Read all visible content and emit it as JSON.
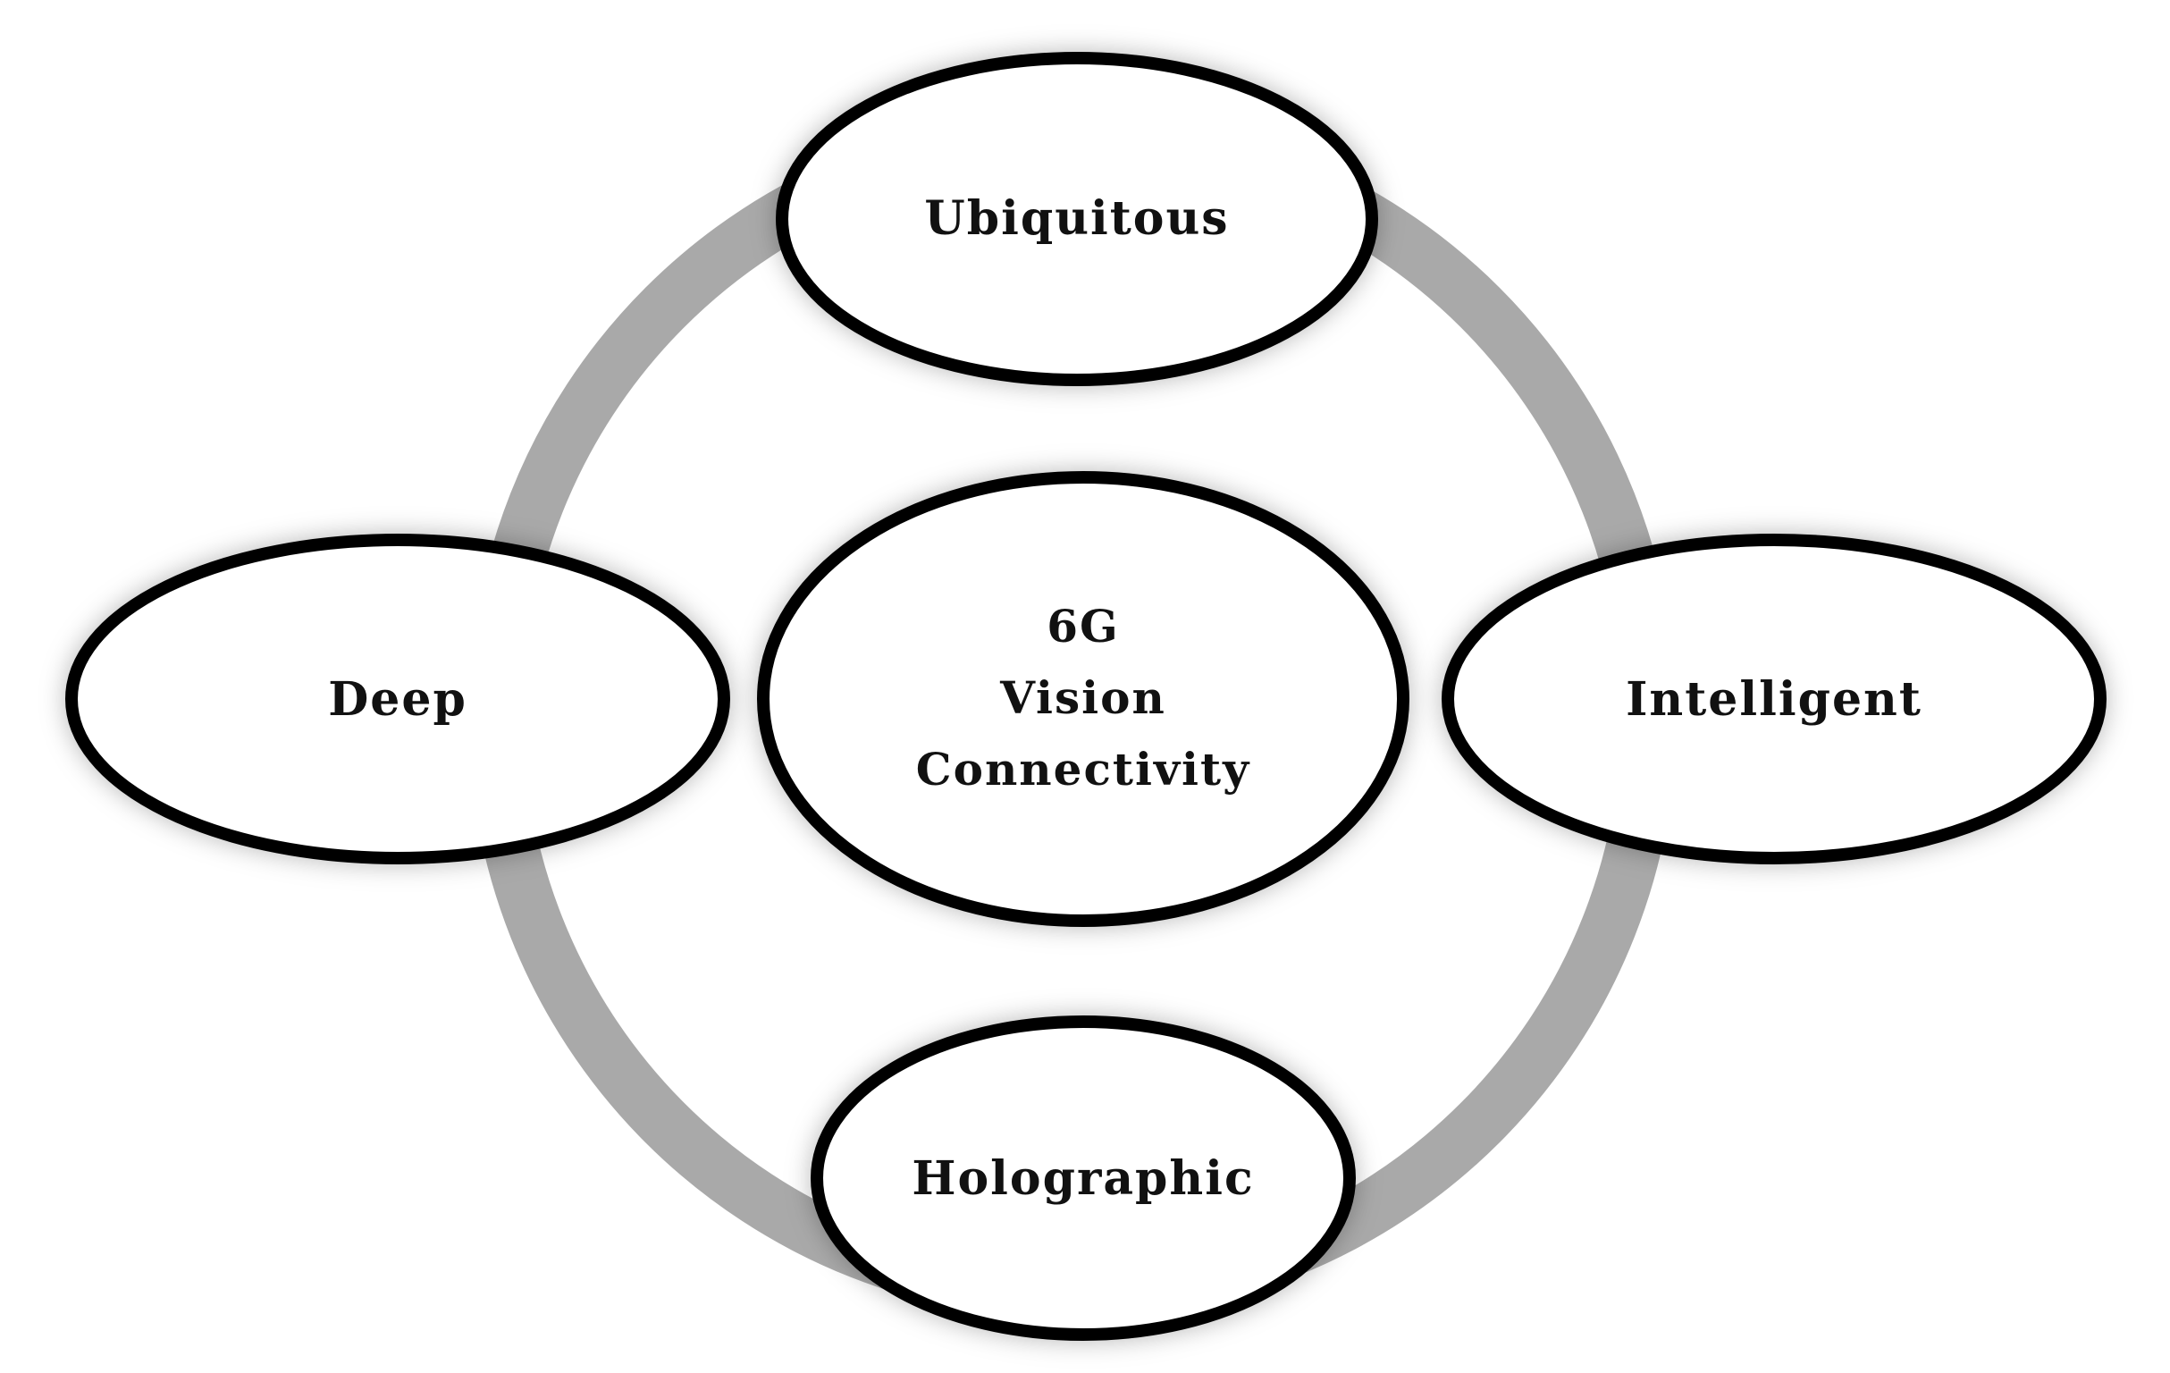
{
  "diagram": {
    "center": {
      "lines": [
        "6G",
        "Vision",
        "Connectivity"
      ]
    },
    "nodes": {
      "top": "Ubiquitous",
      "left": "Deep",
      "right": "Intelligent",
      "bottom": "Holographic"
    }
  },
  "colors": {
    "ring": "#a9a9a9",
    "node_fill": "#ffffff",
    "node_stroke": "#000000",
    "text": "#111111",
    "shadow": "#bbbbbb"
  }
}
